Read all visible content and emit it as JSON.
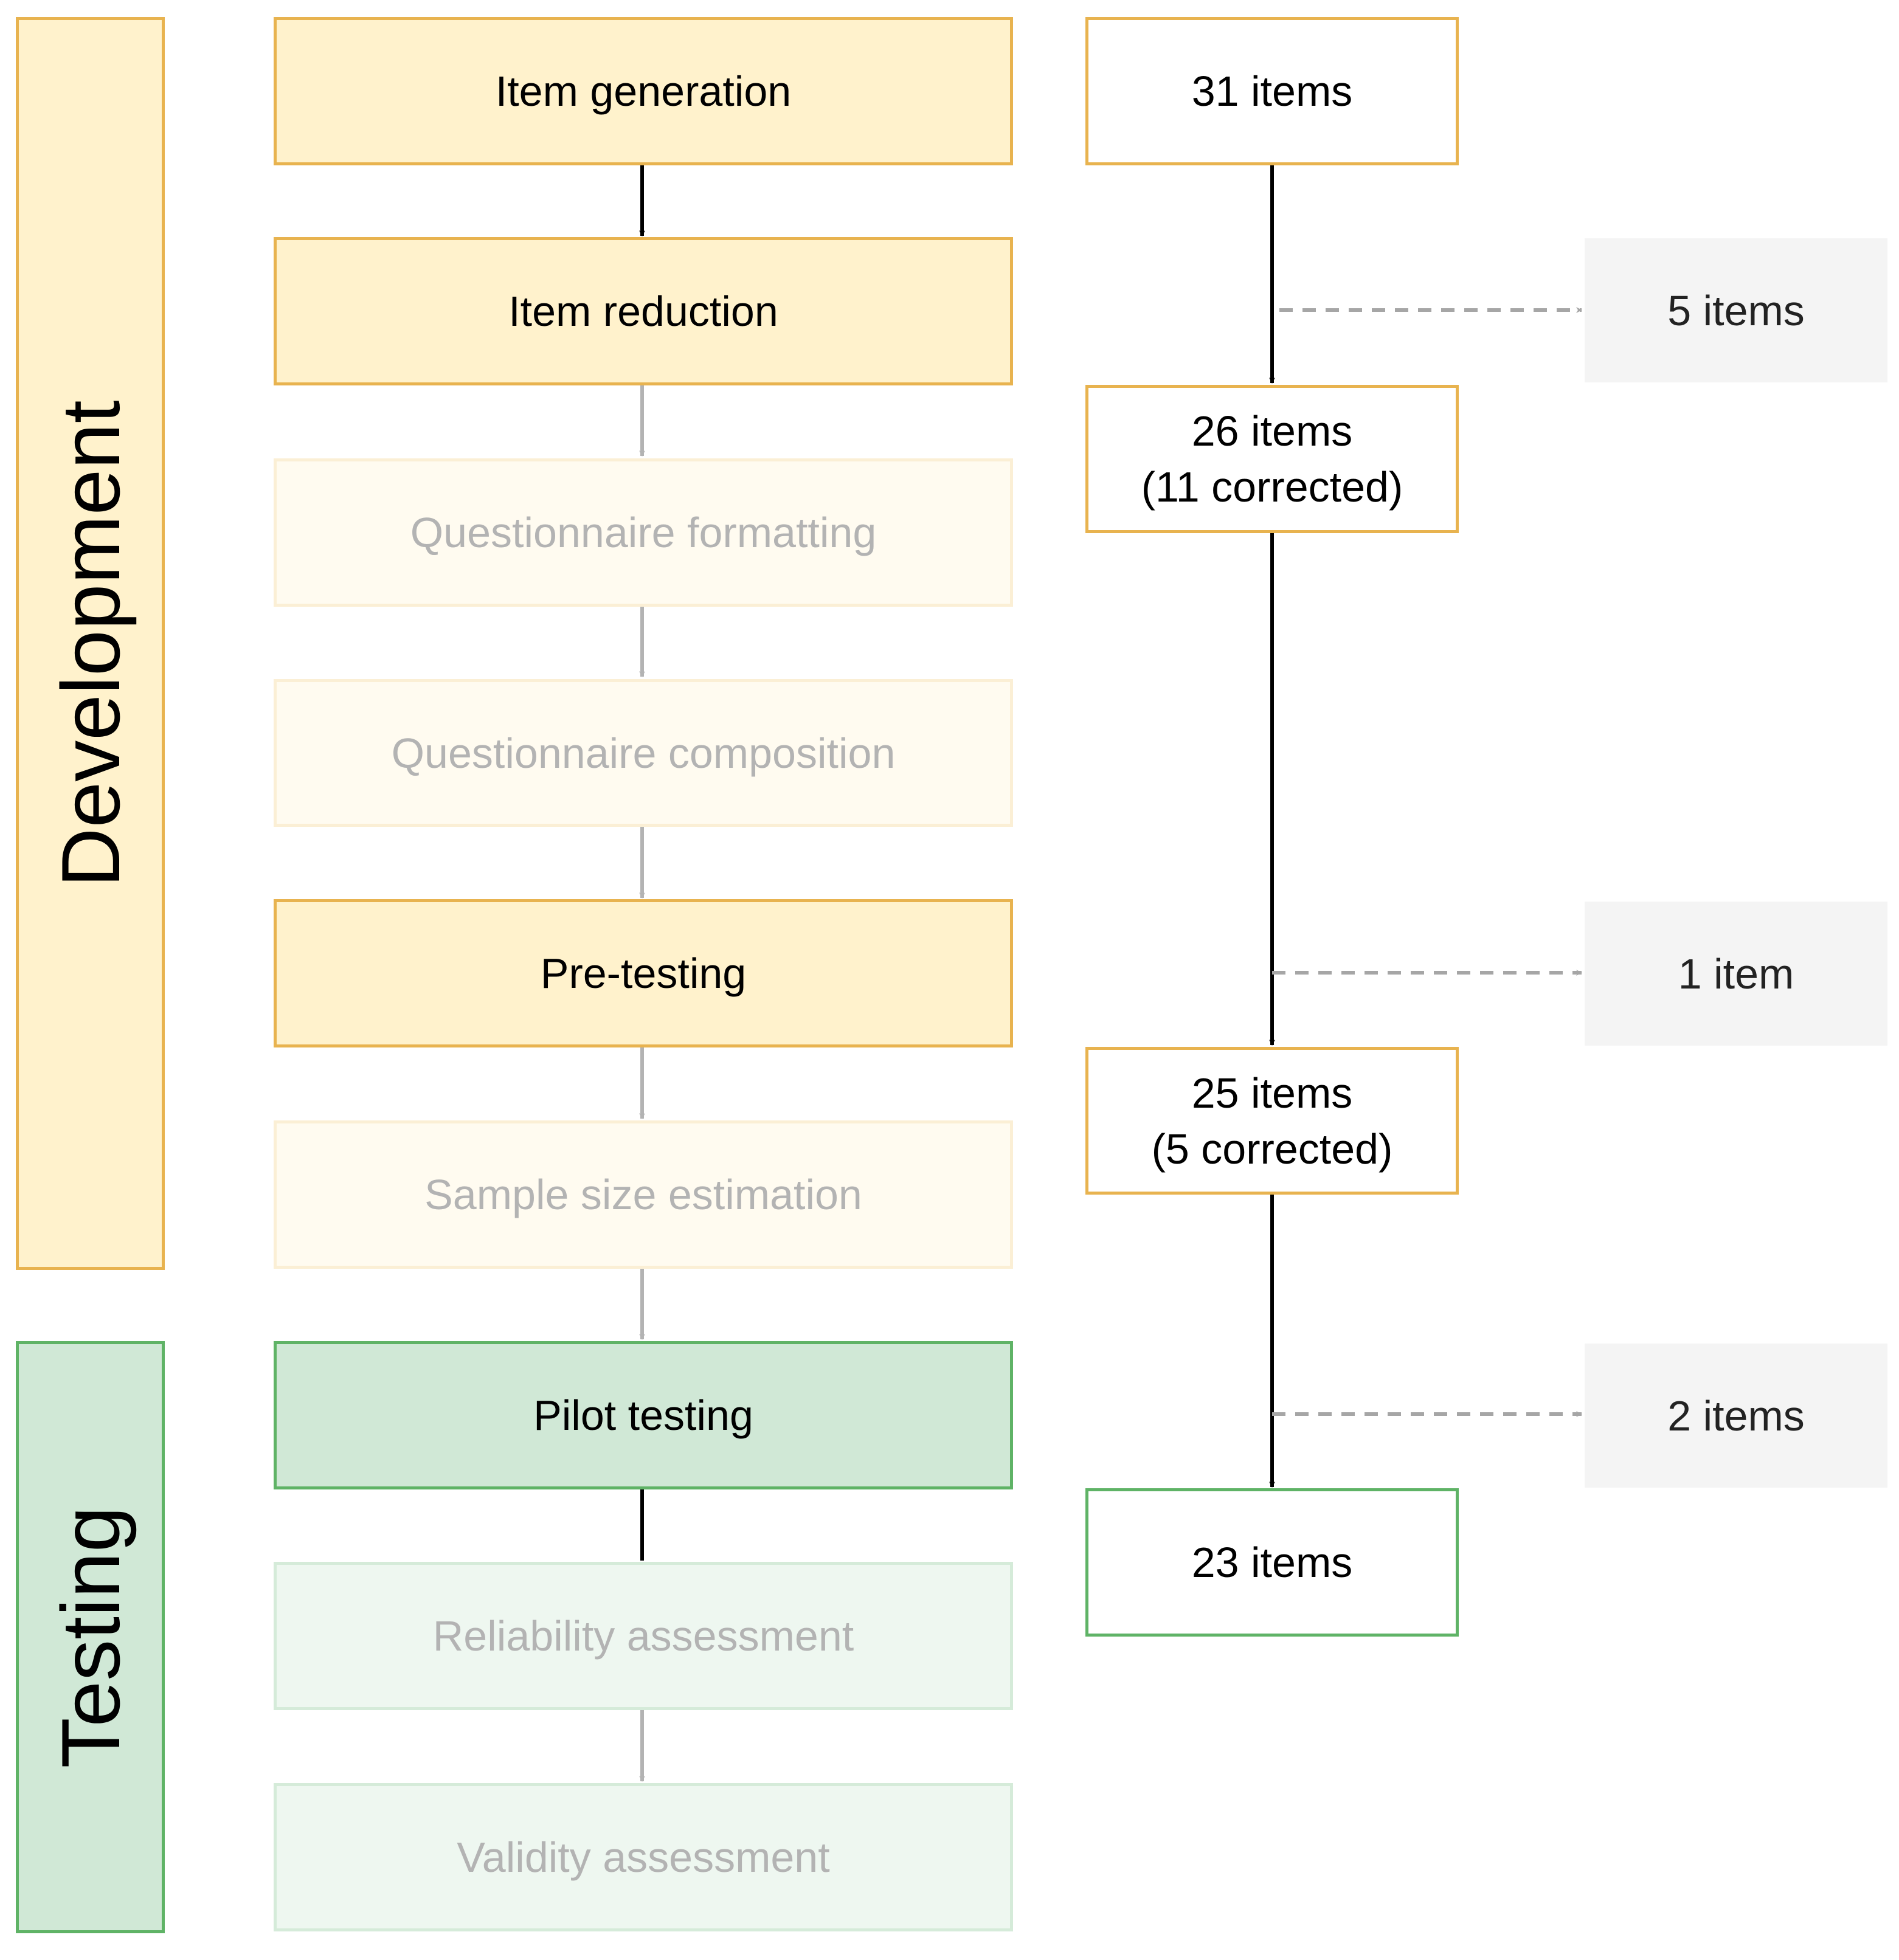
{
  "colors": {
    "development_fill": "#fff2cc",
    "development_border": "#e8b34f",
    "testing_fill": "#d0e8d6",
    "testing_border": "#5fb366",
    "faded_text": "#b3b3b3",
    "removed_fill": "#f4f4f4",
    "active_arrow": "#000000",
    "faded_arrow": "#b3b3b3",
    "removal_arrow": "#a6a6a6"
  },
  "phases": {
    "development": "Development",
    "testing": "Testing"
  },
  "steps": [
    {
      "label": "Item generation",
      "state": "active",
      "phase": "development"
    },
    {
      "label": "Item reduction",
      "state": "active",
      "phase": "development"
    },
    {
      "label": "Questionnaire formatting",
      "state": "faded",
      "phase": "development"
    },
    {
      "label": "Questionnaire composition",
      "state": "faded",
      "phase": "development"
    },
    {
      "label": "Pre-testing",
      "state": "active",
      "phase": "development"
    },
    {
      "label": "Sample size estimation",
      "state": "faded",
      "phase": "development"
    },
    {
      "label": "Pilot testing",
      "state": "active",
      "phase": "testing"
    },
    {
      "label": "Reliability assessment",
      "state": "faded",
      "phase": "testing"
    },
    {
      "label": "Validity assessment",
      "state": "faded",
      "phase": "testing"
    }
  ],
  "item_counts": [
    {
      "line1": "31 items",
      "line2": ""
    },
    {
      "line1": "26 items",
      "line2": "(11 corrected)"
    },
    {
      "line1": "25 items",
      "line2": "(5 corrected)"
    },
    {
      "line1": "23 items",
      "line2": ""
    }
  ],
  "removed": [
    {
      "label": "5 items"
    },
    {
      "label": "1 item"
    },
    {
      "label": "2 items"
    }
  ]
}
